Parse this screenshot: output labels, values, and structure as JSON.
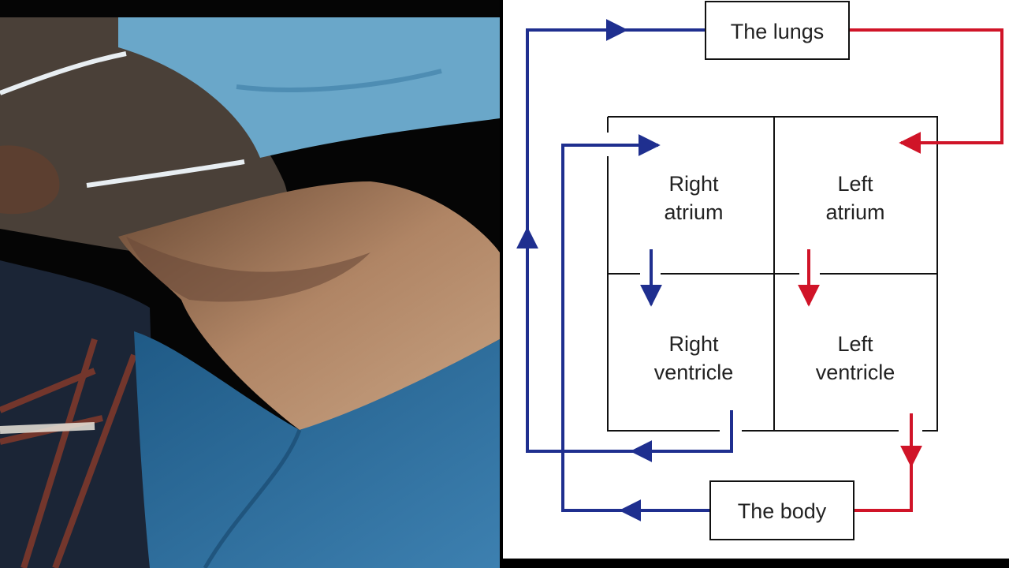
{
  "diagram": {
    "nodes": {
      "lungs": "The lungs",
      "body": "The body",
      "right_atrium": [
        "Right",
        "atrium"
      ],
      "left_atrium": [
        "Left",
        "atrium"
      ],
      "right_ventricle": [
        "Right",
        "ventricle"
      ],
      "left_ventricle": [
        "Left",
        "ventricle"
      ]
    },
    "colors": {
      "deoxygenated": "#1f2f8f",
      "oxygenated": "#d01428",
      "outline": "#111111",
      "background": "#ffffff"
    }
  }
}
